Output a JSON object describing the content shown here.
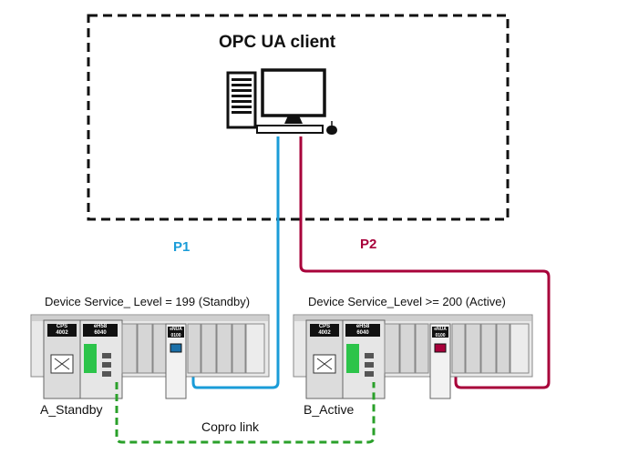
{
  "client": {
    "title": "OPC UA client"
  },
  "paths": {
    "p1": {
      "label": "P1",
      "color": "#1a9cd8"
    },
    "p2": {
      "label": "P2",
      "color": "#a8003a"
    }
  },
  "racks": {
    "a": {
      "name": "A_Standby",
      "status": "Device Service_ Level = 199 (Standby)",
      "cps": "CPS\n4002",
      "eh": "eH58\n6040",
      "enua": "eNUA\n0100"
    },
    "b": {
      "name": "B_Active",
      "status": "Device Service_Level >= 200 (Active)",
      "cps": "CPS\n4002",
      "eh": "eH58\n6040",
      "enua": "eNUA\n0100"
    }
  },
  "copro": {
    "label": "Copro link",
    "color": "#2aa02a"
  }
}
